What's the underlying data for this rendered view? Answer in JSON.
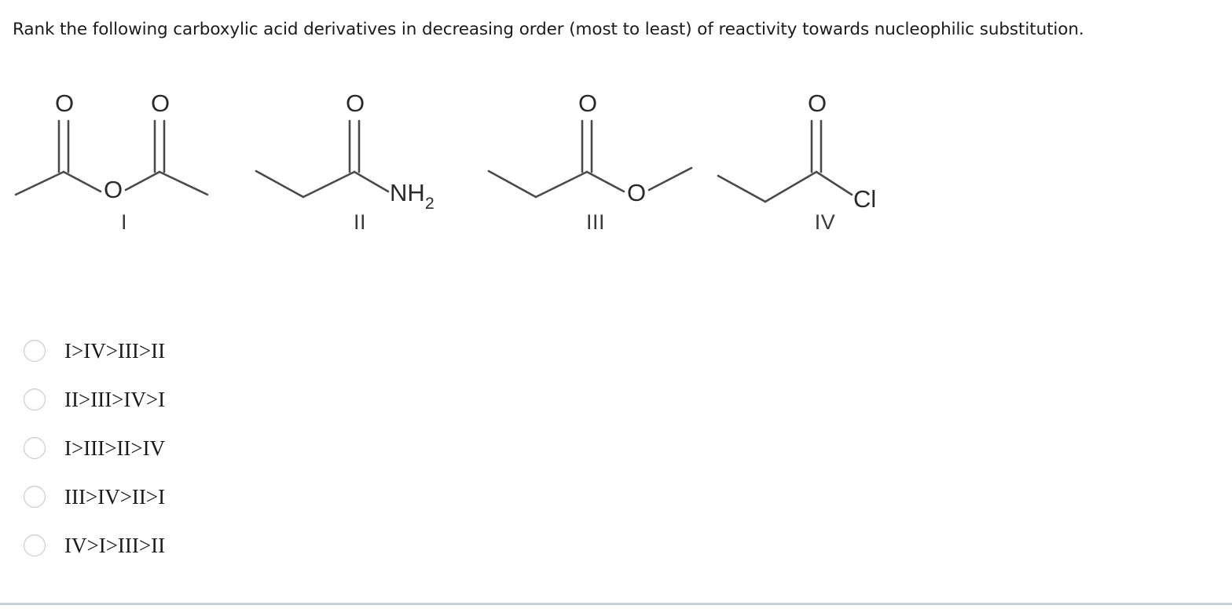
{
  "question": {
    "text": "Rank the following carboxylic acid derivatives in decreasing order (most to least) of reactivity towards nucleophilic substitution."
  },
  "structures": [
    {
      "label": "I",
      "name": "acid-anhydride",
      "atoms": {
        "center_o": "O",
        "left_carbonyl_o": "O",
        "right_carbonyl_o": "O"
      }
    },
    {
      "label": "II",
      "name": "amide",
      "atoms": {
        "carbonyl_o": "O",
        "nitrogen": "NH",
        "nitrogen_sub": "2"
      }
    },
    {
      "label": "III",
      "name": "ester",
      "atoms": {
        "carbonyl_o": "O",
        "ester_o": "O"
      }
    },
    {
      "label": "IV",
      "name": "acid-chloride",
      "atoms": {
        "carbonyl_o": "O",
        "halogen": "Cl"
      }
    }
  ],
  "options": [
    {
      "id": "a",
      "label": "I>IV>III>II"
    },
    {
      "id": "b",
      "label": "II>III>IV>I"
    },
    {
      "id": "c",
      "label": "I>III>II>IV"
    },
    {
      "id": "d",
      "label": "III>IV>II>I"
    },
    {
      "id": "e",
      "label": "IV>I>III>II"
    }
  ],
  "colors": {
    "text": "#1b1b1b",
    "bond": "#4a4a4a",
    "atom": "#2a2a2a",
    "radio_border": "#c8c8c8",
    "divider": "#ccd0d9"
  }
}
